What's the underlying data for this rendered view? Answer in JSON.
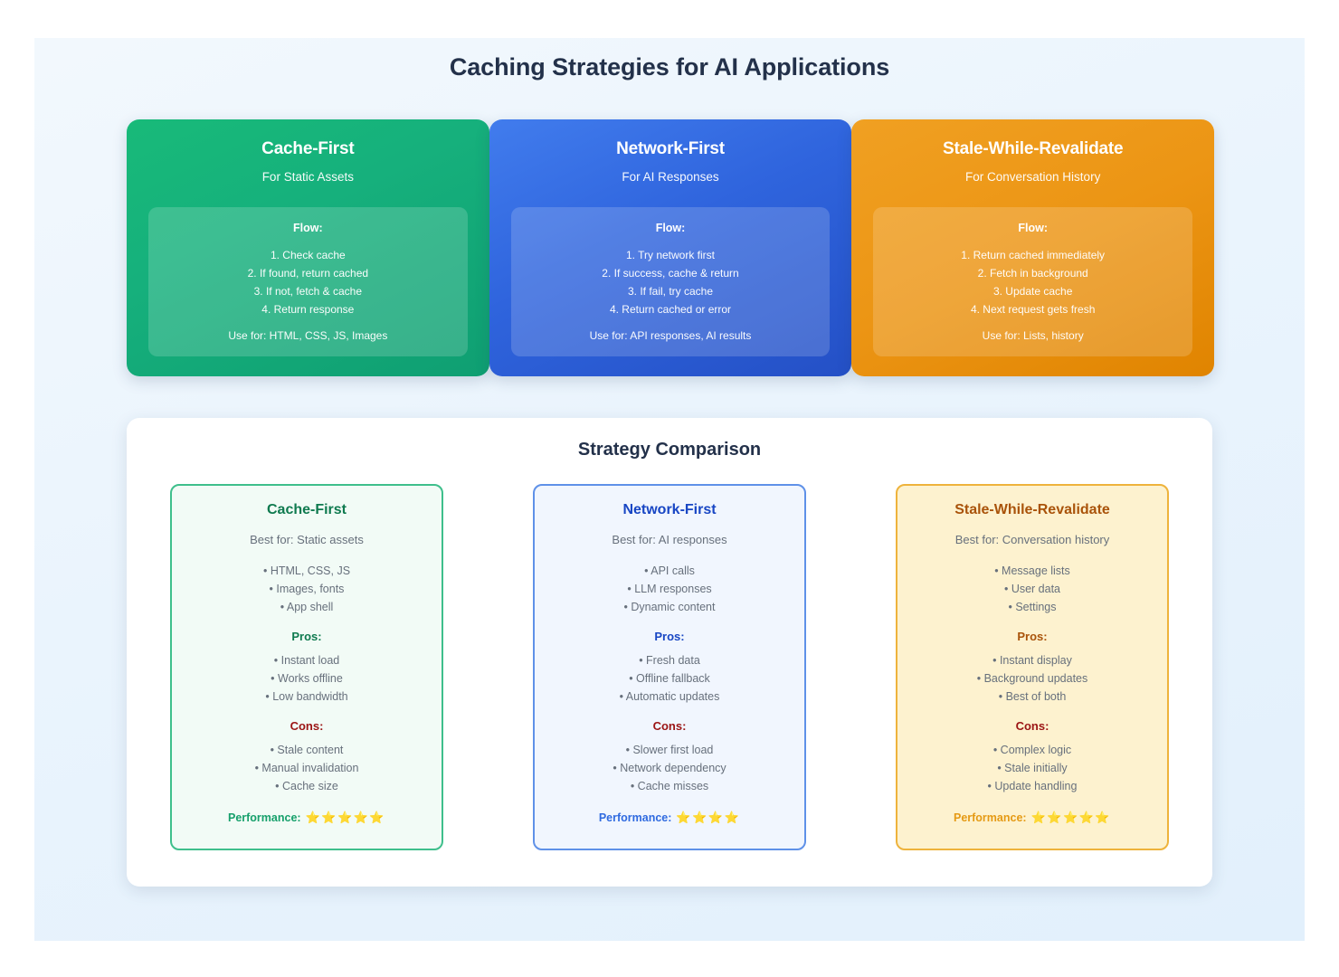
{
  "page": {
    "title": "Caching Strategies for AI Applications",
    "background_top": "#f2f8fd",
    "background_bottom": "#e2f0fc"
  },
  "strategies": [
    {
      "title": "Cache-First",
      "subtitle": "For Static Assets",
      "accent": "#16b07c",
      "flow_label": "Flow:",
      "steps": [
        "1. Check cache",
        "2. If found, return cached",
        "3. If not, fetch & cache",
        "4. Return response"
      ],
      "use_for": "Use for: HTML, CSS, JS, Images"
    },
    {
      "title": "Network-First",
      "subtitle": "For AI Responses",
      "accent": "#2f64dd",
      "flow_label": "Flow:",
      "steps": [
        "1. Try network first",
        "2. If success, cache & return",
        "3. If fail, try cache",
        "4. Return cached or error"
      ],
      "use_for": "Use for: API responses, AI results"
    },
    {
      "title": "Stale-While-Revalidate",
      "subtitle": "For Conversation History",
      "accent": "#ec9514",
      "flow_label": "Flow:",
      "steps": [
        "1. Return cached immediately",
        "2. Fetch in background",
        "3. Update cache",
        "4. Next request gets fresh"
      ],
      "use_for": "Use for: Lists, history"
    }
  ],
  "comparison": {
    "title": "Strategy Comparison",
    "pros_label": "Pros:",
    "cons_label": "Cons:",
    "performance_label": "Performance:",
    "star_glyph": "⭐",
    "columns": [
      {
        "title": "Cache-First",
        "best_for": "Best for: Static assets",
        "accent": "#0f7a4f",
        "star_color": "#f0b929",
        "uses": [
          "• HTML, CSS, JS",
          "• Images, fonts",
          "• App shell"
        ],
        "pros": [
          "• Instant load",
          "• Works offline",
          "• Low bandwidth"
        ],
        "cons": [
          "• Stale content",
          "• Manual invalidation",
          "• Cache size"
        ],
        "performance_rating": 5,
        "stars": "⭐⭐⭐⭐⭐"
      },
      {
        "title": "Network-First",
        "best_for": "Best for: AI responses",
        "accent": "#1846c4",
        "star_color": "#f0b929",
        "uses": [
          "• API calls",
          "• LLM responses",
          "• Dynamic content"
        ],
        "pros": [
          "• Fresh data",
          "• Offline fallback",
          "• Automatic updates"
        ],
        "cons": [
          "• Slower first load",
          "• Network dependency",
          "• Cache misses"
        ],
        "performance_rating": 4,
        "stars": "⭐⭐⭐⭐"
      },
      {
        "title": "Stale-While-Revalidate",
        "best_for": "Best for: Conversation history",
        "accent": "#a9530a",
        "star_color": "#f0b929",
        "uses": [
          "• Message lists",
          "• User data",
          "• Settings"
        ],
        "pros": [
          "• Instant display",
          "• Background updates",
          "• Best of both"
        ],
        "cons": [
          "• Complex logic",
          "• Stale initially",
          "• Update handling"
        ],
        "performance_rating": 5,
        "stars": "⭐⭐⭐⭐⭐"
      }
    ]
  }
}
